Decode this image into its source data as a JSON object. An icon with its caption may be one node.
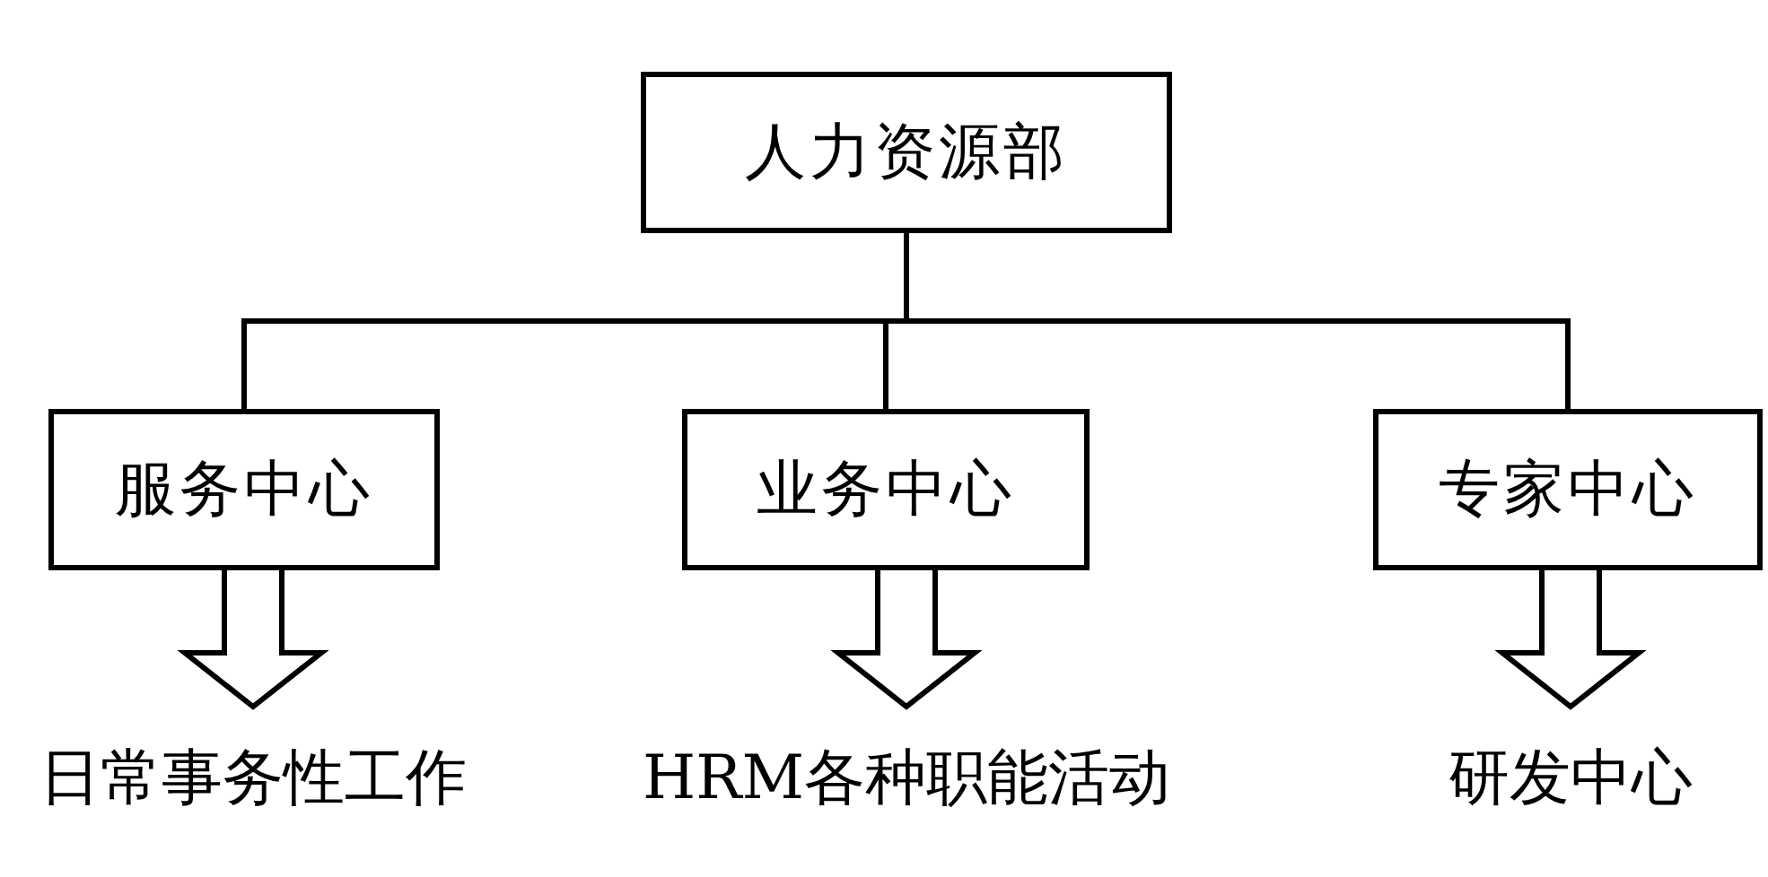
{
  "diagram": {
    "nodes": [
      {
        "text": [
          "人力资源部"
        ]
      },
      {
        "text": [
          "服务中心"
        ]
      },
      {
        "text": [
          "业务中心"
        ]
      },
      {
        "text": [
          "专家中心"
        ]
      },
      {
        "text": [
          "日常事务性工作"
        ]
      },
      {
        "text": [
          "HRM各种职能活动"
        ]
      },
      {
        "text": [
          "研发中心"
        ]
      }
    ],
    "edges": [
      {
        "from": 0,
        "to": 1,
        "arrow": "none"
      },
      {
        "from": 0,
        "to": 2,
        "arrow": "none"
      },
      {
        "from": 0,
        "to": 3,
        "arrow": "none"
      },
      {
        "from": 1,
        "to": 4,
        "arrow": "to"
      },
      {
        "from": 2,
        "to": 5,
        "arrow": "to"
      },
      {
        "from": 3,
        "to": 6,
        "arrow": "to"
      }
    ]
  }
}
